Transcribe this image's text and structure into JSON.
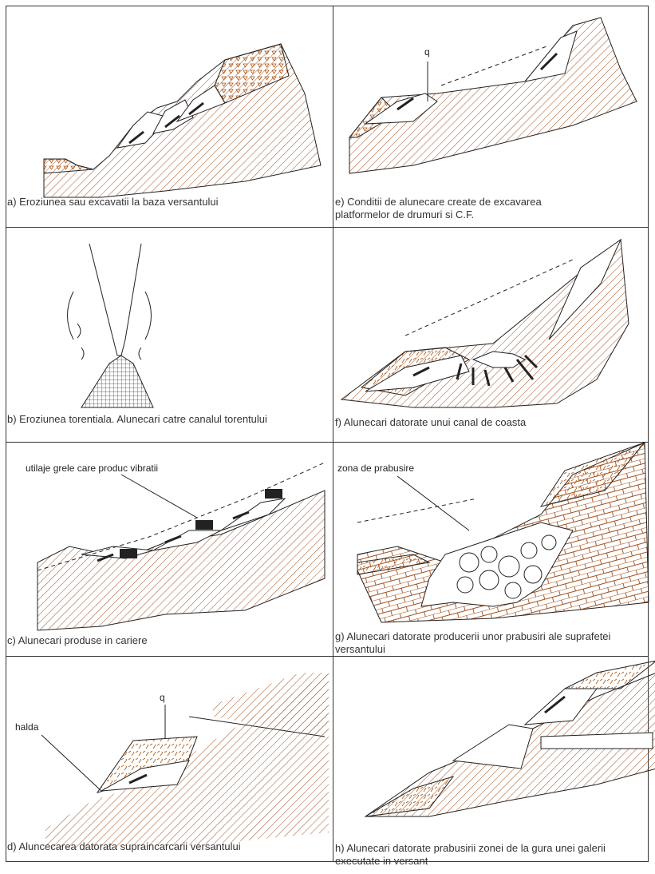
{
  "panels": {
    "a": {
      "caption": "a) Eroziunea sau excavatii la baza versantului"
    },
    "b": {
      "caption": "b) Eroziunea torentiala. Alunecari catre canalul torentului"
    },
    "c": {
      "caption": "c) Alunecari produse in cariere",
      "label": "utilaje grele care produc vibratii"
    },
    "d": {
      "caption": "d) Aluncecarea datorata supraincarcarii versantului",
      "label_halda": "halda",
      "label_q": "q"
    },
    "e": {
      "caption": "e) Conditii de alunecare create de excavarea platformelor de drumuri si C.F.",
      "label_q": "q"
    },
    "f": {
      "caption": "f) Alunecari datorate unui canal de coasta"
    },
    "g": {
      "caption": "g) Alunecari datorate producerii unor prabusiri ale suprafetei versantului",
      "label": "zona de prabusire"
    },
    "h": {
      "caption": "h) Alunecari datorate prabusirii zonei de la gura unei galerii executate in versant"
    }
  }
}
